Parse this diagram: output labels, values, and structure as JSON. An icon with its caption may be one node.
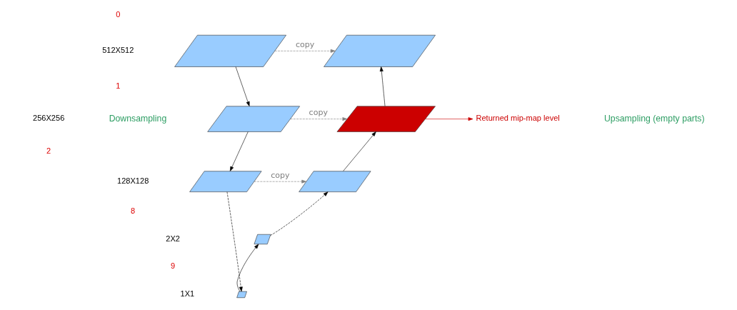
{
  "diagram": {
    "nodes": [
      {
        "text": [],
        "shape": "parallelogram"
      },
      {
        "text": [],
        "shape": "parallelogram"
      },
      {
        "text": [],
        "shape": "parallelogram"
      },
      {
        "text": [],
        "shape": "parallelogram"
      },
      {
        "text": [
          "Returned mip-map level"
        ]
      },
      {
        "text": [],
        "shape": "parallelogram"
      },
      {
        "text": [],
        "shape": "parallelogram"
      },
      {
        "text": [],
        "shape": "parallelogram"
      },
      {
        "text": [],
        "shape": "parallelogram"
      }
    ],
    "edges": [
      {
        "from": 0,
        "to": 2,
        "arrow": "to"
      },
      {
        "from": 2,
        "to": 5,
        "arrow": "to"
      },
      {
        "from": 5,
        "to": 8,
        "arrow": "to",
        "style": "dashed"
      },
      {
        "from": 8,
        "to": 7,
        "arrow": "to"
      },
      {
        "from": 7,
        "to": 6,
        "arrow": "to",
        "style": "dashed"
      },
      {
        "from": 6,
        "to": 3,
        "arrow": "to"
      },
      {
        "from": 3,
        "to": 1,
        "arrow": "to"
      },
      {
        "from": 0,
        "to": 1,
        "arrow": "to",
        "label": "copy",
        "style": "dashed",
        "color": "#808080"
      },
      {
        "from": 2,
        "to": 3,
        "arrow": "to",
        "label": "copy",
        "style": "dashed",
        "color": "#808080"
      },
      {
        "from": 5,
        "to": 6,
        "arrow": "to",
        "label": "copy",
        "style": "dashed",
        "color": "#808080"
      },
      {
        "from": 3,
        "to": 4,
        "arrow": "to",
        "color": "#cc0000"
      }
    ],
    "labels": [
      "0",
      "512X512",
      "1",
      "256X256",
      "2",
      "128X128",
      "8",
      "2X2",
      "9",
      "1X1",
      "Downsampling",
      "Upsampling (empty parts)"
    ]
  }
}
